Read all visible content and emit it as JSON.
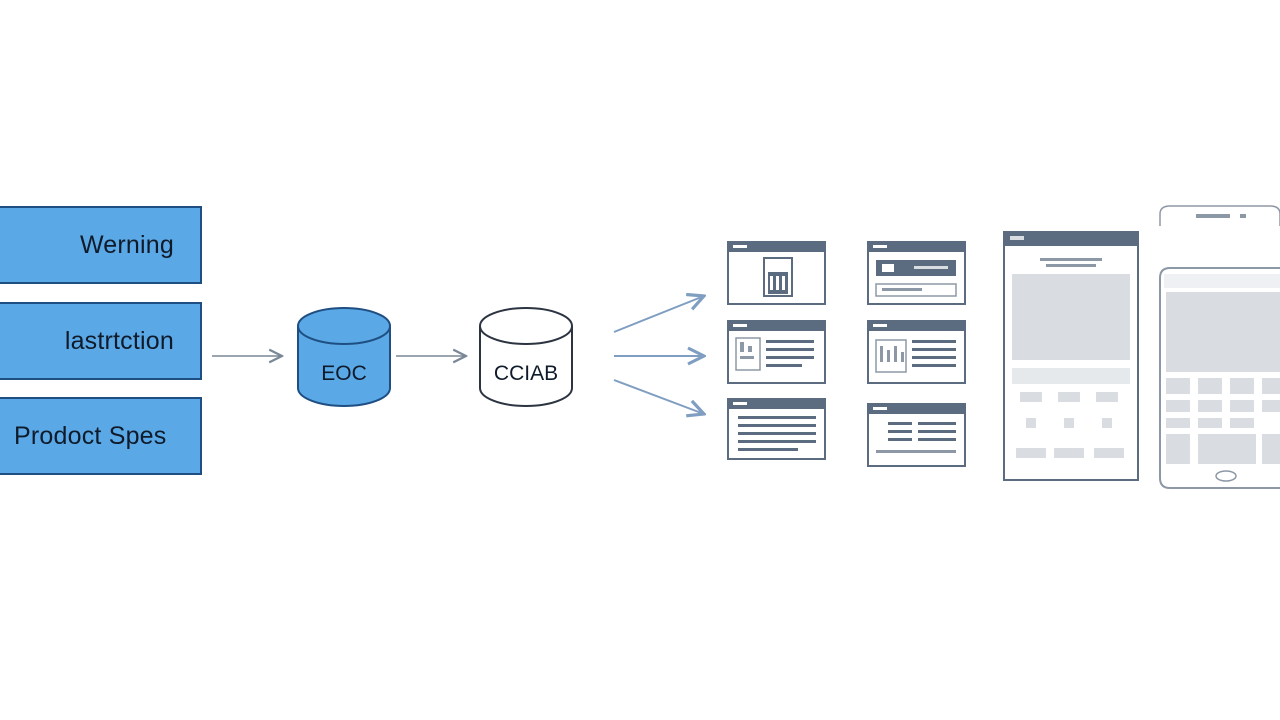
{
  "sources": [
    {
      "label": "Werning"
    },
    {
      "label": "lastrtction"
    },
    {
      "label": "Prodoct Spes"
    }
  ],
  "databases": [
    {
      "label": "EOC",
      "fill": "#5aa8e6"
    },
    {
      "label": "CCIAB",
      "fill": "#ffffff"
    }
  ],
  "colors": {
    "accent": "#5aa8e6",
    "border": "#1f4f82",
    "wireframe": "#5b6b80",
    "arrow": "#7f9ec1",
    "grey_block": "#d9dde2"
  },
  "icons": [
    "arrow-right-icon",
    "database-icon",
    "window-wireframe-icon",
    "tablet-wireframe-icon",
    "phone-wireframe-icon"
  ]
}
